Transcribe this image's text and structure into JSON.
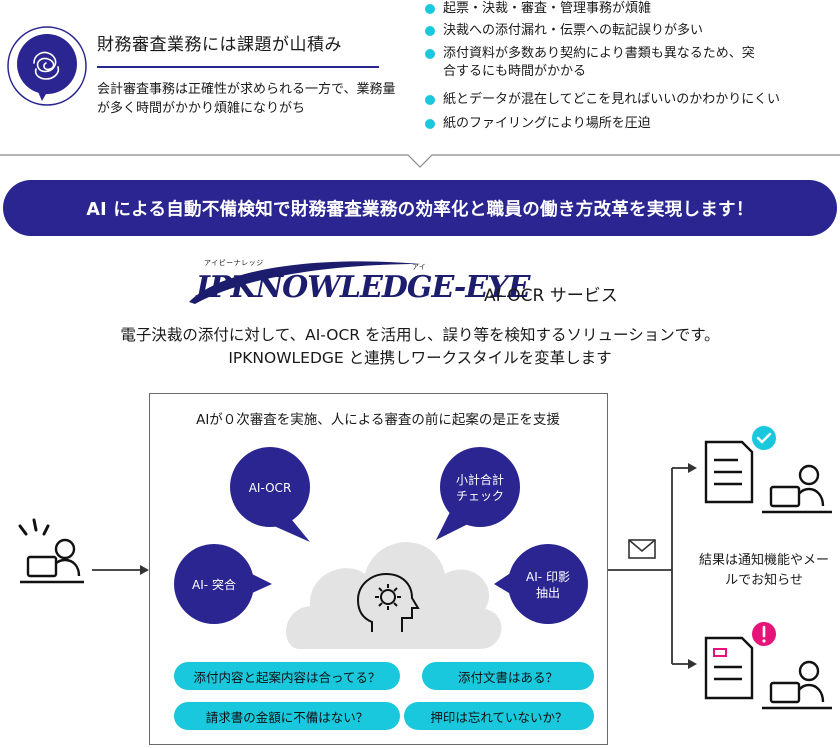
{
  "problem": {
    "title": "財務審査業務には課題が山積み",
    "description": "会計審査事務は正確性が求められる一方で、業務量が多く時間がかかり煩雑になりがち",
    "bullets": [
      "起票・決裁・審査・管理事務が煩雑",
      "決裁への添付漏れ・伝票への転記誤りが多い",
      "添付資料が多数あり契約により書類も異なるため、突合するにも時間がかかる",
      "紙とデータが混在してどこを見ればいいのかわかりにくい",
      "紙のファイリングにより場所を圧迫"
    ]
  },
  "banner": "AI による自動不備検知で財務審査業務の効率化と職員の働き方改革を実現します！",
  "logo": {
    "ruby": "アイピーナレッジ",
    "ruby_eye": "アイ",
    "name": "IPKNOWLEDGE-EYE"
  },
  "service_name": "AI-OCR サービス",
  "lead": [
    "電子決裁の添付に対して、AI-OCR を活用し、誤り等を検知するソリューションです。",
    "IPKNOWLEDGE と連携しワークスタイルを変革します"
  ],
  "main": {
    "title": "AIが０次審査を実施、人による審査の前に起案の是正を支援",
    "bubbles": [
      "AI-OCR",
      "小計合計\nチェック",
      "AI- 突合",
      "AI- 印影\n抽出"
    ],
    "questions": [
      "添付内容と起案内容は合ってる？",
      "添付文書はある？",
      "請求書の金額に不備はない？",
      "押印は忘れていないか？"
    ]
  },
  "result": "結果は通知機能やメールでお知らせ",
  "colors": {
    "navy": "#2a2590",
    "cyan": "#19c8dc",
    "magenta": "#e6147a",
    "cloud": "#e3e3e3"
  },
  "icons": [
    "tangled-thought-icon",
    "worried-user-icon",
    "mail-icon",
    "brain-gear-icon",
    "document-check-icon",
    "document-alert-icon",
    "user-at-laptop-icon"
  ]
}
